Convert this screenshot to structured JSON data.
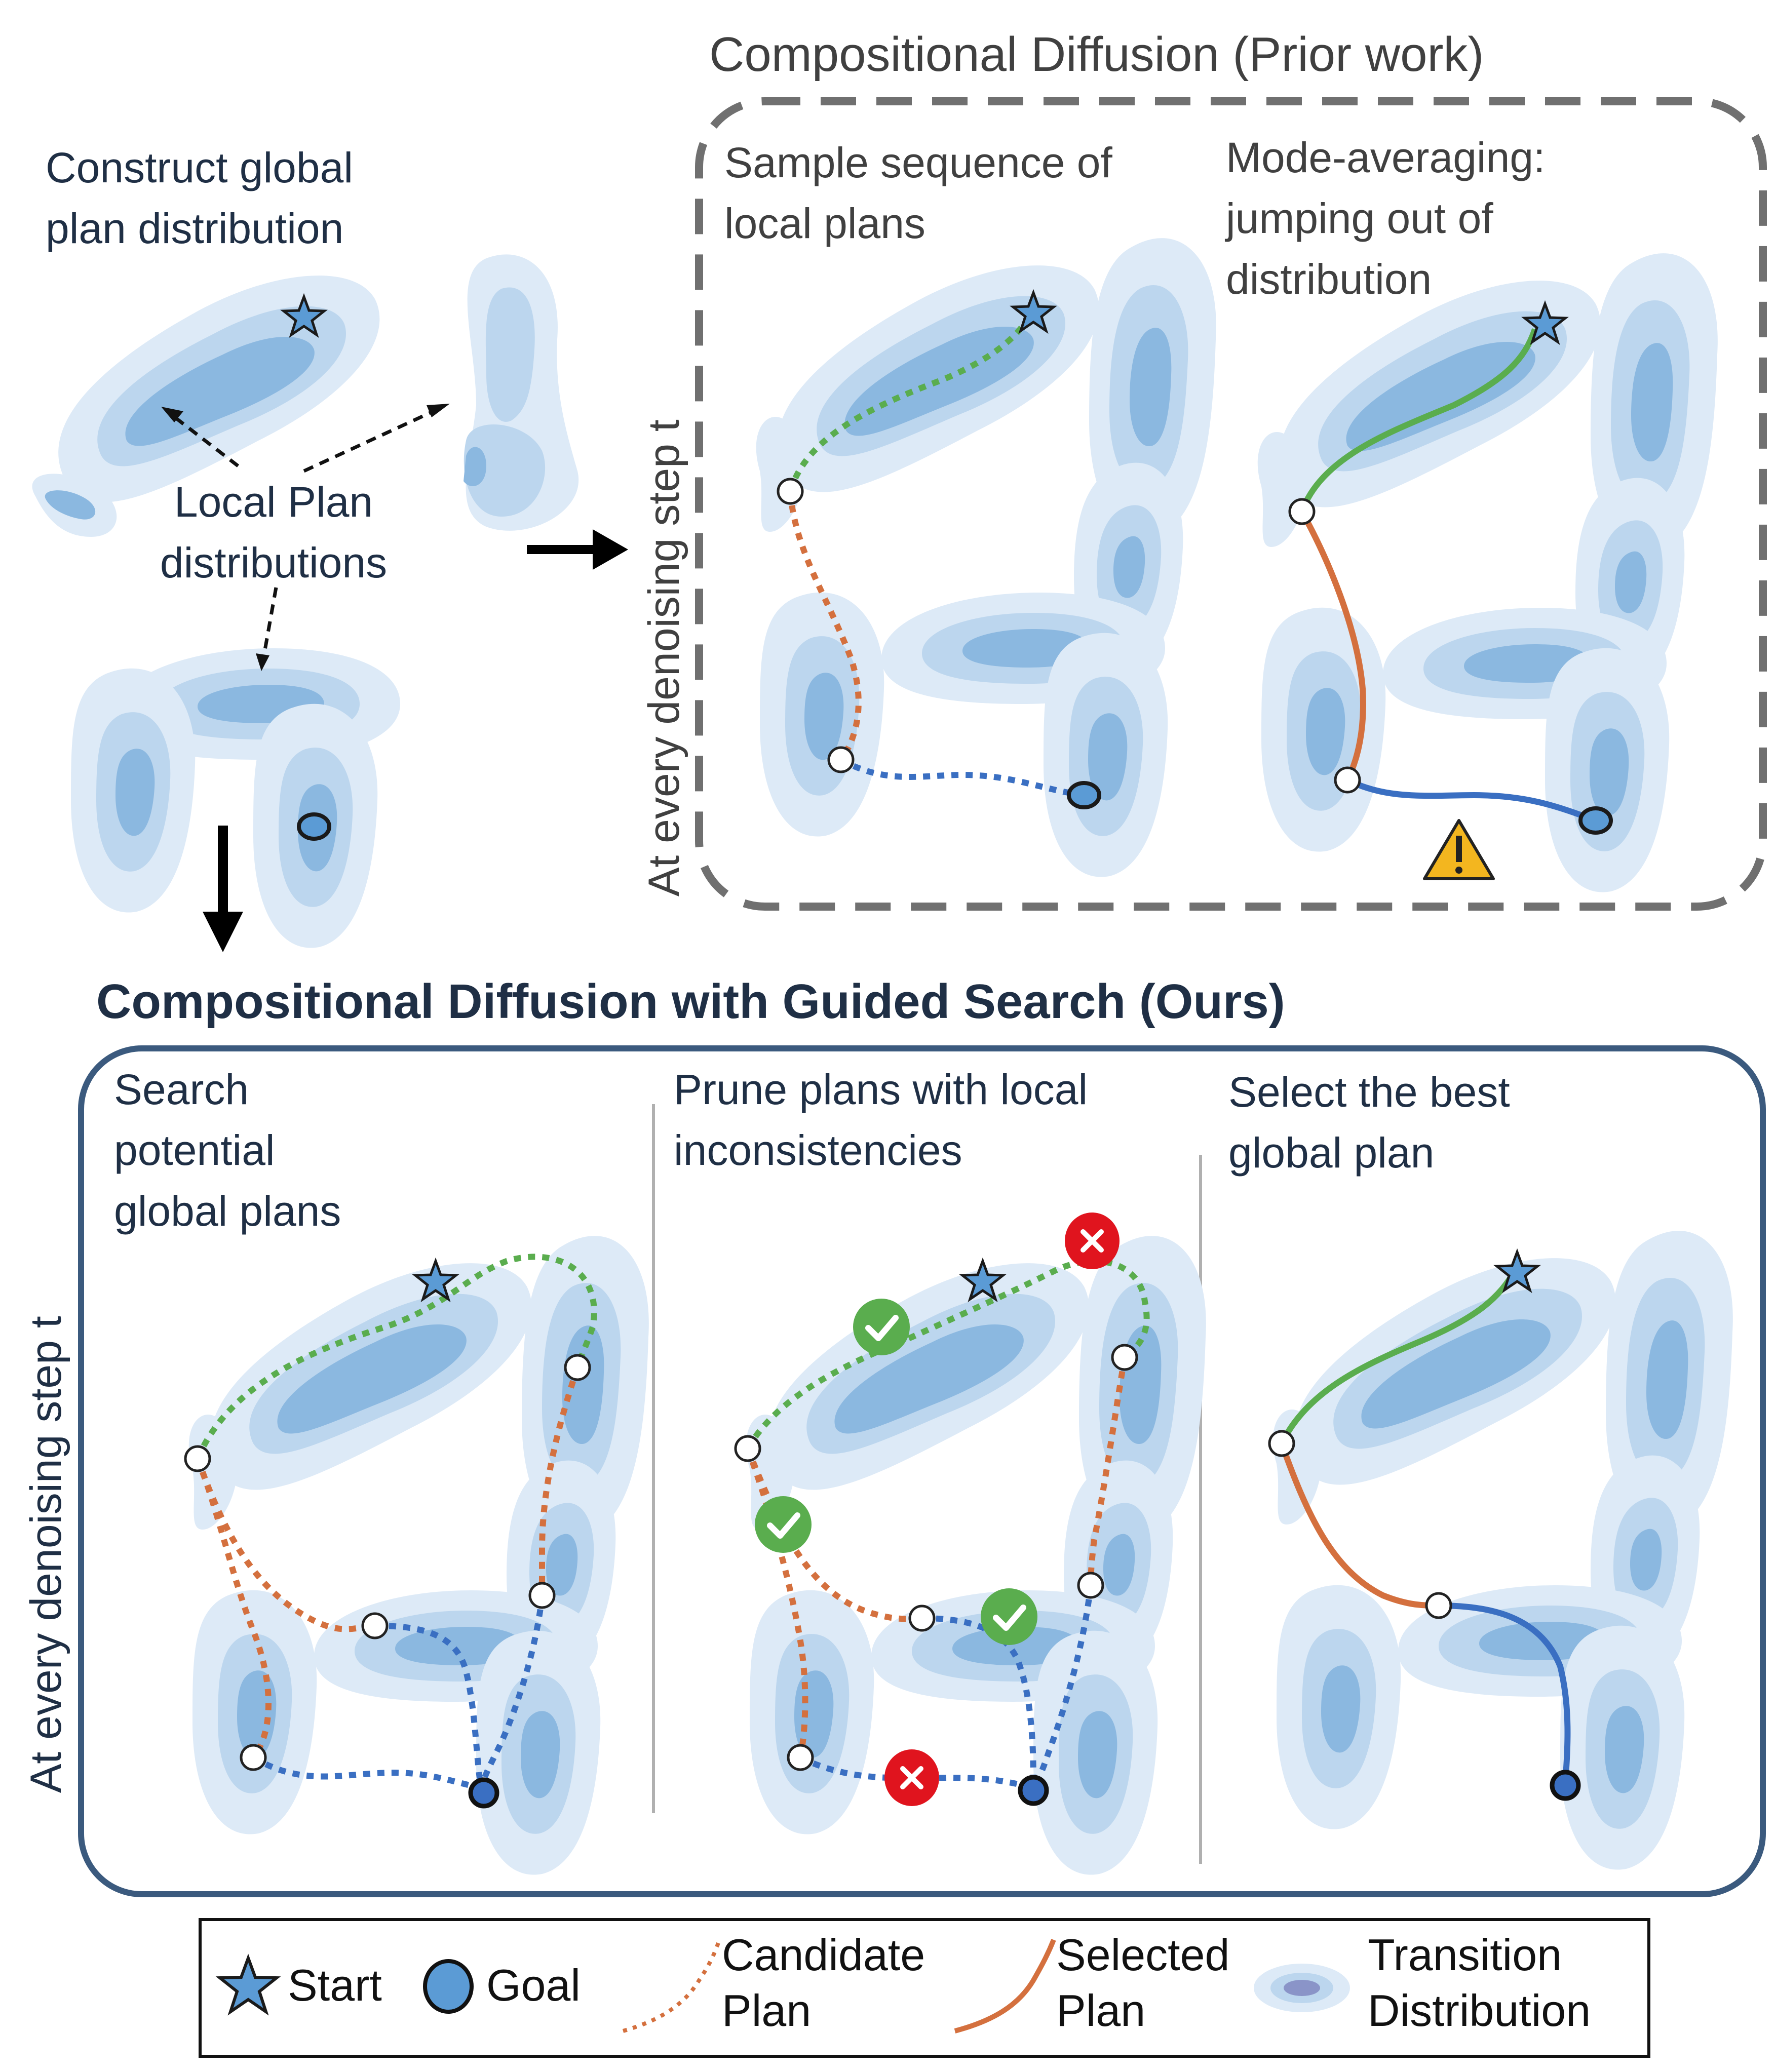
{
  "top_left": {
    "heading_line1": "Construct global",
    "heading_line2": "plan distribution",
    "callout_line1": "Local Plan",
    "callout_line2": "distributions"
  },
  "prior": {
    "title": "Compositional Diffusion (Prior work)",
    "side_label": "At every denoising step t",
    "panel1_line1": "Sample sequence of",
    "panel1_line2": "local plans",
    "panel2_line1": "Mode-averaging:",
    "panel2_line2": "jumping out of",
    "panel2_line3": "distribution"
  },
  "ours": {
    "title": "Compositional Diffusion with Guided Search (Ours)",
    "side_label": "At every denoising step t",
    "panel1_line1": "Search",
    "panel1_line2": "potential",
    "panel1_line3": "global plans",
    "panel2_line1": "Prune plans with local",
    "panel2_line2": "inconsistencies",
    "panel3_line1": "Select the best",
    "panel3_line2": "global plan"
  },
  "legend": {
    "start": "Start",
    "goal": "Goal",
    "candidate_line1": "Candidate",
    "candidate_line2": "Plan",
    "selected_line1": "Selected",
    "selected_line2": "Plan",
    "transition_line1": "Transition",
    "transition_line2": "Distribution"
  },
  "icons": [
    "star-icon",
    "goal-circle-icon",
    "check-icon",
    "cross-icon",
    "warning-icon",
    "arrow-right-icon",
    "arrow-down-icon"
  ],
  "colors": {
    "dist_outer": "#ddeaf7",
    "dist_mid": "#bcd6ee",
    "dist_inner": "#8bb8e0",
    "green": "#5aad4e",
    "orange": "#d4703e",
    "blue": "#3a6fc2",
    "check": "#5aad4e",
    "cross": "#e0141e",
    "warning": "#f3b61f",
    "frame_gray": "#707070",
    "frame_blue": "#3b5a7e",
    "text": "#1f2f45"
  }
}
